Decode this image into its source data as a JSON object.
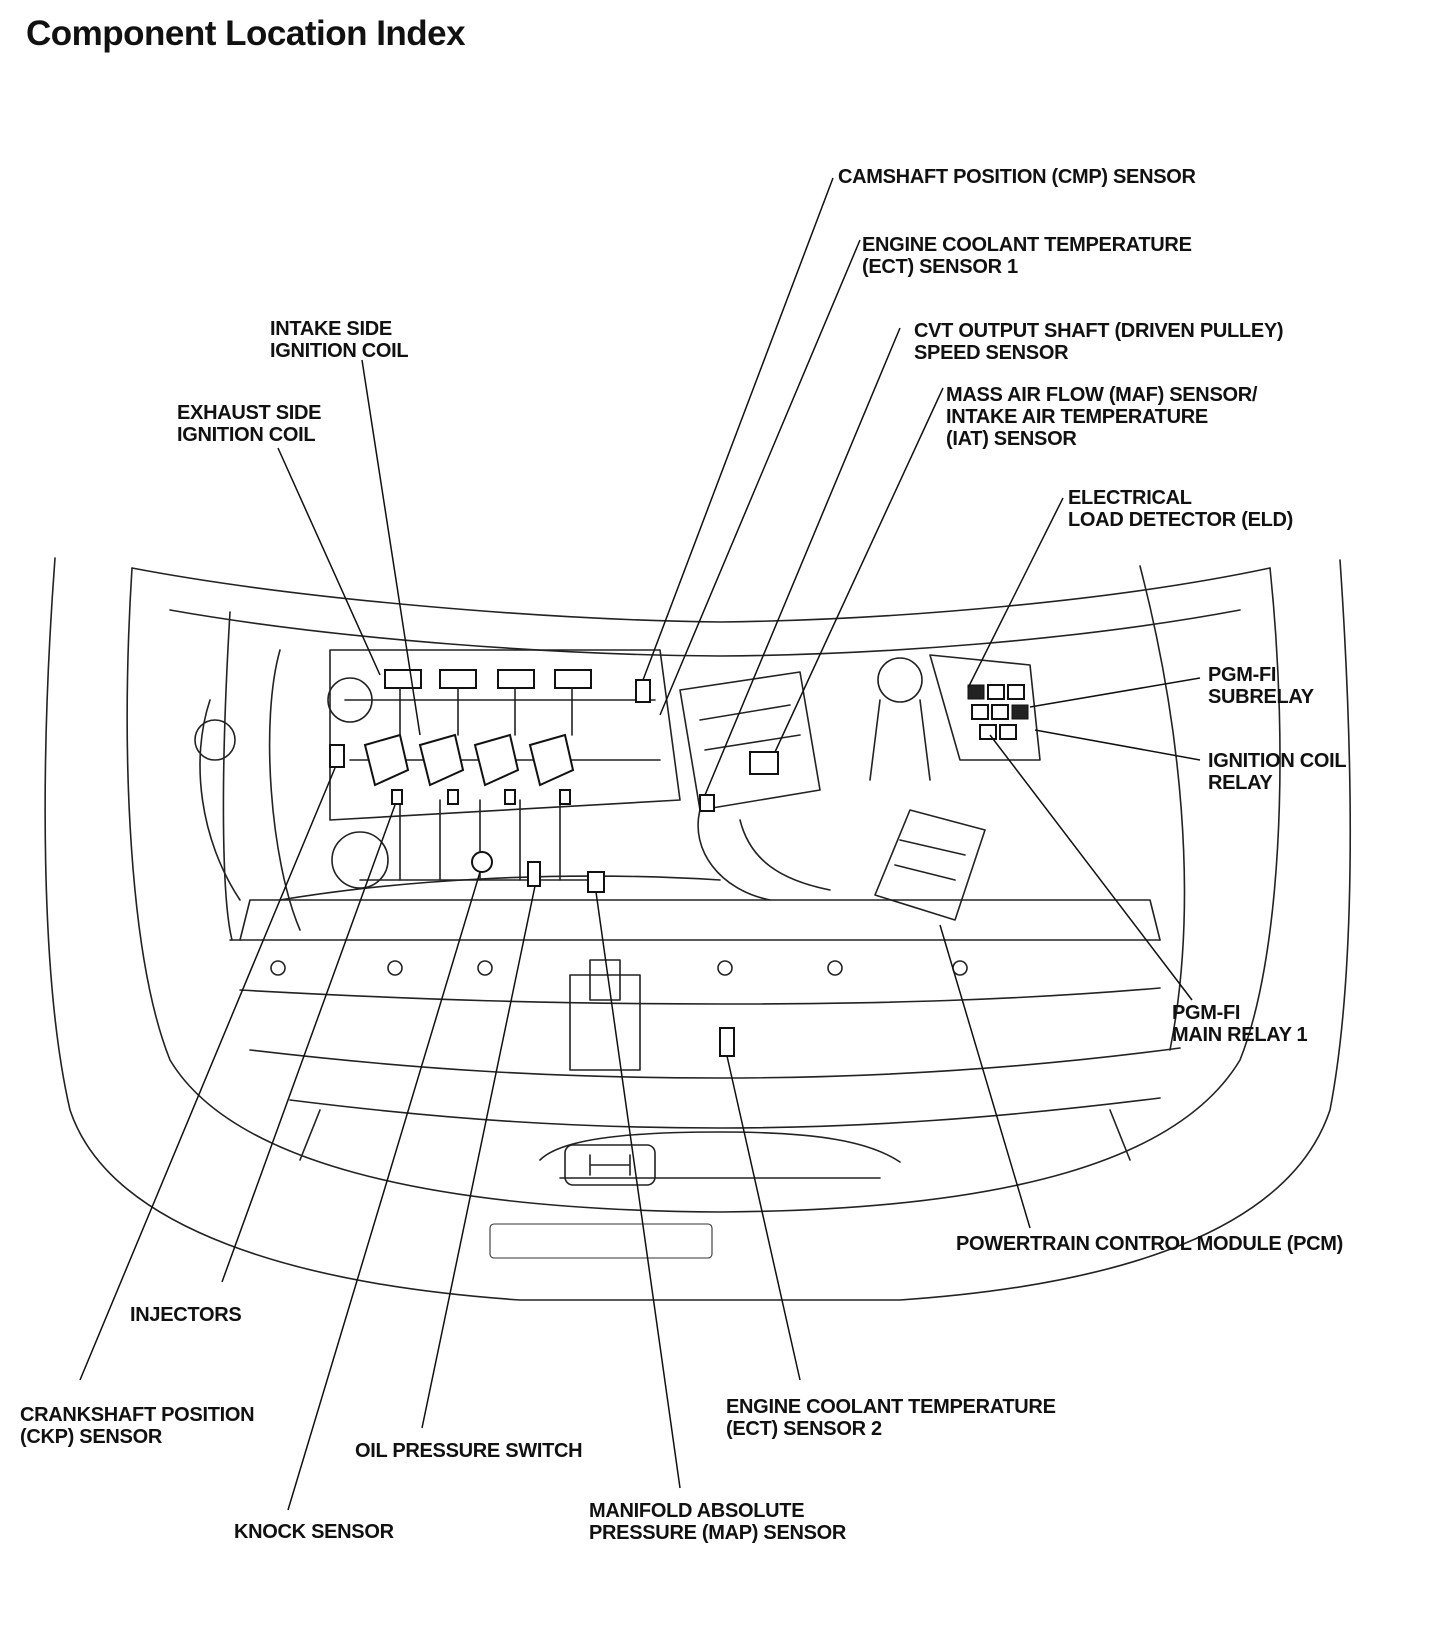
{
  "title": "Component Location Index",
  "labels": {
    "cmp": [
      "CAMSHAFT POSITION (CMP) SENSOR"
    ],
    "ect1": [
      "ENGINE COOLANT TEMPERATURE",
      "(ECT) SENSOR 1"
    ],
    "intake_coil": [
      "INTAKE SIDE",
      "IGNITION COIL"
    ],
    "cvt": [
      "CVT OUTPUT SHAFT (DRIVEN PULLEY)",
      "SPEED SENSOR"
    ],
    "exhaust_coil": [
      "EXHAUST SIDE",
      "IGNITION COIL"
    ],
    "maf": [
      "MASS AIR FLOW (MAF) SENSOR/",
      "INTAKE AIR TEMPERATURE",
      "(IAT) SENSOR"
    ],
    "eld": [
      "ELECTRICAL",
      "LOAD DETECTOR (ELD)"
    ],
    "subrelay": [
      "PGM-FI",
      "SUBRELAY"
    ],
    "coil_relay": [
      "IGNITION COIL",
      "RELAY"
    ],
    "main_relay": [
      "PGM-FI",
      "MAIN RELAY 1"
    ],
    "pcm": [
      "POWERTRAIN CONTROL MODULE (PCM)"
    ],
    "injectors": [
      "INJECTORS"
    ],
    "ckp": [
      "CRANKSHAFT POSITION",
      "(CKP) SENSOR"
    ],
    "ect2": [
      "ENGINE COOLANT TEMPERATURE",
      "(ECT) SENSOR 2"
    ],
    "oil": [
      "OIL PRESSURE SWITCH"
    ],
    "knock": [
      "KNOCK SENSOR"
    ],
    "map": [
      "MANIFOLD ABSOLUTE",
      "PRESSURE (MAP) SENSOR"
    ]
  }
}
